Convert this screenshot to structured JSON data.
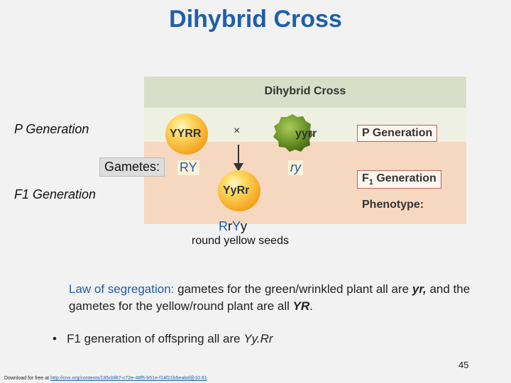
{
  "title": "Dihybrid Cross",
  "figure": {
    "heading": "Dihybrid Cross",
    "parent1": "YYRR",
    "cross": "×",
    "parent2": "yyrr",
    "offspring": "YyRr",
    "p_gen_label": "P Generation",
    "f1_gen_label": "F",
    "f1_gen_sub": "1",
    "f1_gen_rest": " Generation",
    "phenotype_label": "Phenotype:"
  },
  "slide": {
    "p_generation": "P Generation",
    "gametes_label": "Gametes:",
    "gamete1": "RY",
    "gamete2": "ry",
    "f1_generation": "F1 Generation",
    "f1_geno_R": "R",
    "f1_geno_r": "r",
    "f1_geno_Y": "Y",
    "f1_geno_y": "y",
    "phenotype_text": "round yellow seeds",
    "law_title": "Law of segregation:",
    "law_part1": " gametes for the green/wrinkled plant all are ",
    "law_yr": "yr,",
    "law_part2": " and the gametes for the yellow/round plant are all ",
    "law_YR": "YR",
    "law_end": ".",
    "bullet_symbol": "•",
    "bullet_text": "F1 generation of offspring all are ",
    "bullet_geno": "Yy.Rr",
    "page_number": "45",
    "footer_prefix": "Download for free at ",
    "footer_link": "http://cnx.org/contents/185cbf87-c72e-48f5-b51e-f14f21b5eabd@10.61"
  },
  "colors": {
    "title": "#1f5fa8",
    "accent_red": "#c06060",
    "green_pea": "#6f9a2a",
    "yellow_pea": "#f2a11a"
  }
}
